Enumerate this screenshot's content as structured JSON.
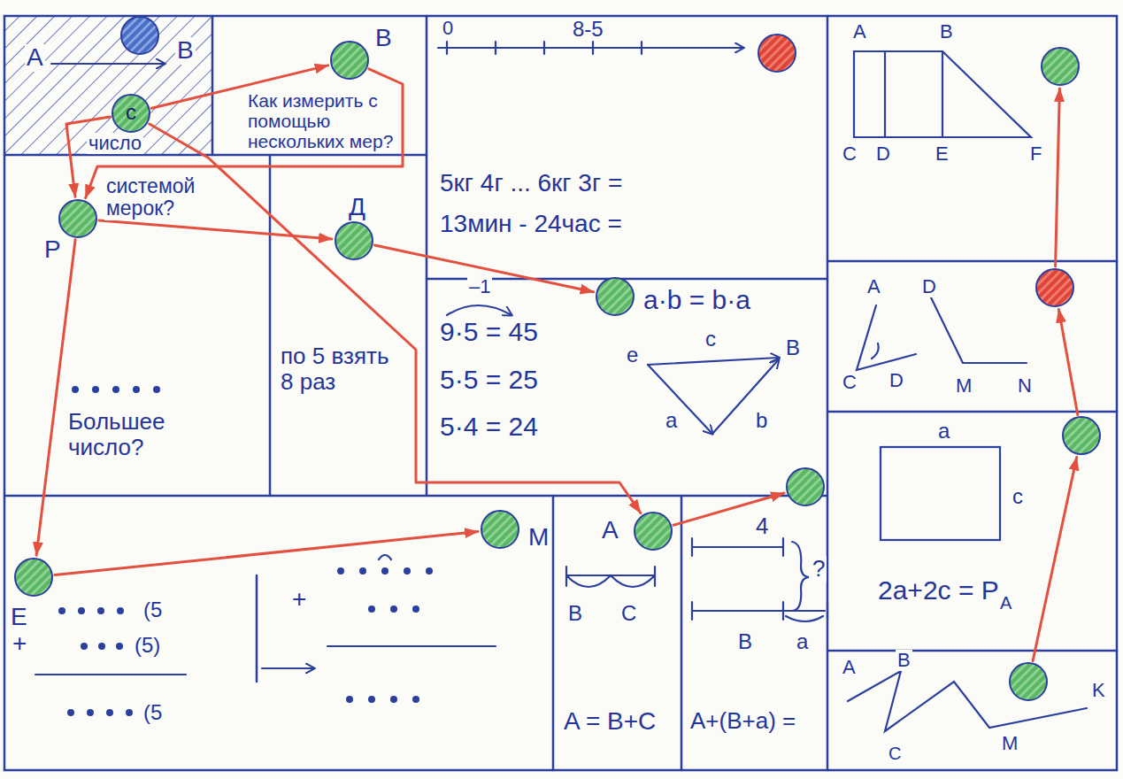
{
  "diagram": {
    "nodes": [
      {
        "text": []
      },
      {
        "text": [
          "B"
        ]
      },
      {
        "text": []
      },
      {
        "text": []
      },
      {
        "text": [
          "c"
        ]
      },
      {
        "text": [
          "P"
        ]
      },
      {
        "text": [
          "Д"
        ]
      },
      {
        "text": []
      },
      {
        "text": []
      },
      {
        "text": []
      },
      {
        "text": []
      },
      {
        "text": [
          "M"
        ]
      },
      {
        "text": [
          "A"
        ]
      },
      {
        "text": [
          "E"
        ]
      },
      {
        "text": []
      }
    ],
    "edges": [
      {
        "from": 4,
        "to": 1,
        "arrow": "to"
      },
      {
        "from": 1,
        "to": 5,
        "arrow": "to"
      },
      {
        "from": 4,
        "to": 5,
        "arrow": "to"
      },
      {
        "from": 5,
        "to": 6,
        "arrow": "to"
      },
      {
        "from": 6,
        "to": 8,
        "arrow": "to"
      },
      {
        "from": 4,
        "to": 12,
        "arrow": "to"
      },
      {
        "from": 5,
        "to": 13,
        "arrow": "to"
      },
      {
        "from": 13,
        "to": 11,
        "arrow": "to"
      },
      {
        "from": 12,
        "to": 10,
        "arrow": "to"
      },
      {
        "from": 14,
        "to": 9,
        "arrow": "to"
      },
      {
        "from": 9,
        "to": 7,
        "arrow": "to"
      },
      {
        "from": 7,
        "to": 3,
        "arrow": "to"
      }
    ],
    "labels": [
      "A",
      "B",
      "число",
      "Как измерить с помощью нескольких мер?",
      "системой мерок?",
      "Большее число?",
      "по 5 взять 8 раз",
      "0",
      "8-5",
      "5кг 4г ... 6кг 3г =",
      "13мин - 24час =",
      "–1",
      "9·5 = 45",
      "a·b = b·a",
      "e",
      "c",
      "B",
      "a",
      "b",
      "5·5 = 25",
      "5·4 = 24",
      "+",
      "(5",
      "(5)",
      "(5",
      "+",
      "B",
      "C",
      "A = B+C",
      "4",
      "?",
      "B",
      "a",
      "A+(B+a) =",
      "A",
      "B",
      "C",
      "D",
      "E",
      "F",
      "A",
      "D",
      "C",
      "D",
      "M",
      "N",
      "a",
      "c",
      "2a+2c = P",
      "A",
      "A",
      "B",
      "C",
      "M",
      "K"
    ]
  }
}
